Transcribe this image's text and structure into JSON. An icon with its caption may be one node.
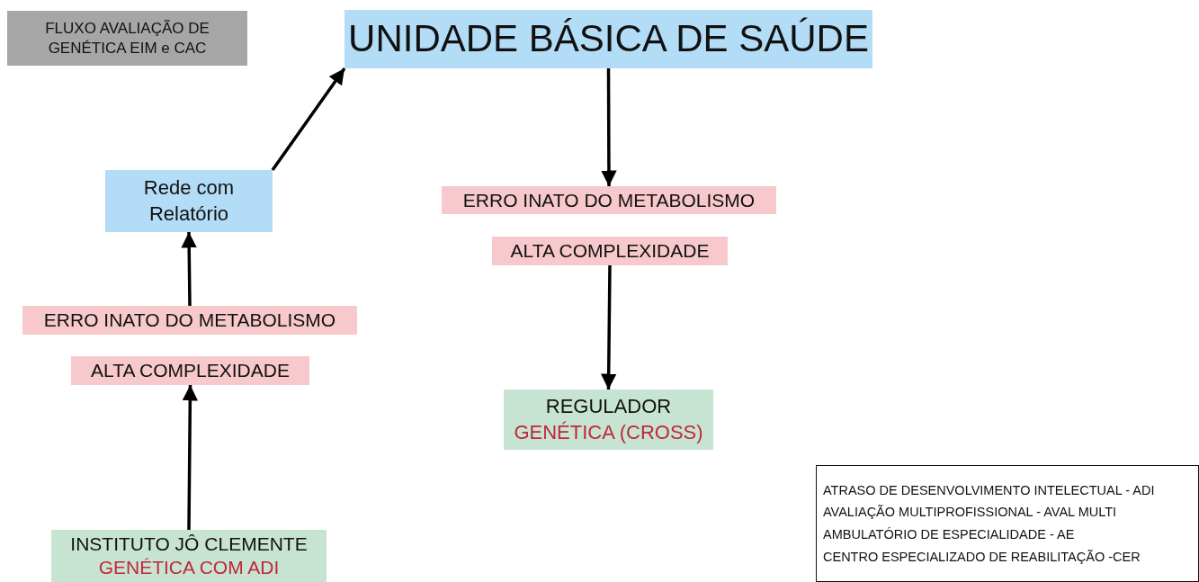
{
  "diagram": {
    "title": "FLUXO AVALIAÇÃO DE GENÉTICA EIM e CAC",
    "nodes": [
      {
        "text": [
          "UNIDADE BÁSICA DE SAÚDE"
        ]
      },
      {
        "text": [
          "Rede com Relatório"
        ]
      },
      {
        "text": [
          "ERRO INATO DO METABOLISMO"
        ]
      },
      {
        "text": [
          "ALTA COMPLEXIDADE"
        ]
      },
      {
        "text": [
          "ERRO INATO DO METABOLISMO"
        ]
      },
      {
        "text": [
          "ALTA COMPLEXIDADE"
        ]
      },
      {
        "text": [
          "REGULADOR",
          "GENÉTICA (CROSS)"
        ]
      },
      {
        "text": [
          "ATRASO DE DESENVOLVIMENTO INTELECTUAL - ADI",
          "AVALIAÇÃO MULTIPROFISSIONAL - AVAL MULTI",
          "AMBULATÓRIO DE ESPECIALIDADE - AE",
          "CENTRO ESPECIALIZADO DE REABILITAÇÃO -CER"
        ]
      },
      {
        "text": [
          "INSTITUTO JÔ CLEMENTE",
          "GENÉTICA COM ADI"
        ]
      }
    ],
    "edges": [
      {
        "from": 0,
        "to": 2,
        "arrow": "to"
      },
      {
        "from": 3,
        "to": 6,
        "arrow": "to"
      },
      {
        "from": 8,
        "to": 5,
        "arrow": "to"
      },
      {
        "from": 4,
        "to": 1,
        "arrow": "to"
      },
      {
        "from": 1,
        "to": 0,
        "arrow": "to"
      }
    ]
  }
}
